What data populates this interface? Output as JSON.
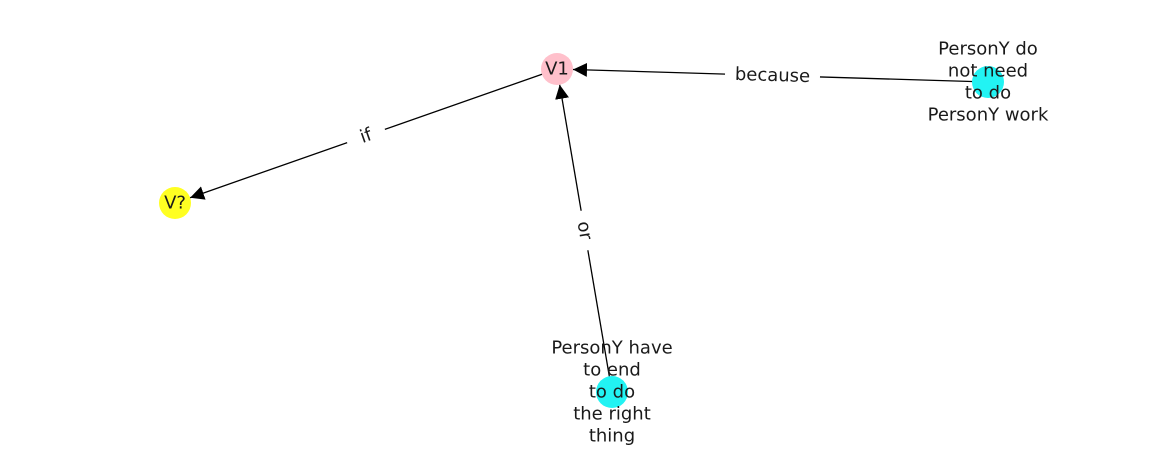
{
  "graph": {
    "nodes": [
      {
        "id": "v1",
        "label": [
          "V1"
        ],
        "color": "#ffc0cb"
      },
      {
        "id": "vq",
        "label": [
          "V?"
        ],
        "color": "#ffff22"
      },
      {
        "id": "n_because",
        "label": [
          "PersonY do",
          "not need",
          "to do",
          "PersonY work"
        ],
        "color": "#22f3f3"
      },
      {
        "id": "n_or",
        "label": [
          "PersonY have",
          "to end",
          "to do",
          "the right",
          "thing"
        ],
        "color": "#22f3f3"
      }
    ],
    "edges": [
      {
        "id": "e_if",
        "from": "v1",
        "to": "vq",
        "label": "if"
      },
      {
        "id": "e_because",
        "from": "n_because",
        "to": "v1",
        "label": "because"
      },
      {
        "id": "e_or",
        "from": "n_or",
        "to": "v1",
        "label": "or"
      }
    ]
  }
}
